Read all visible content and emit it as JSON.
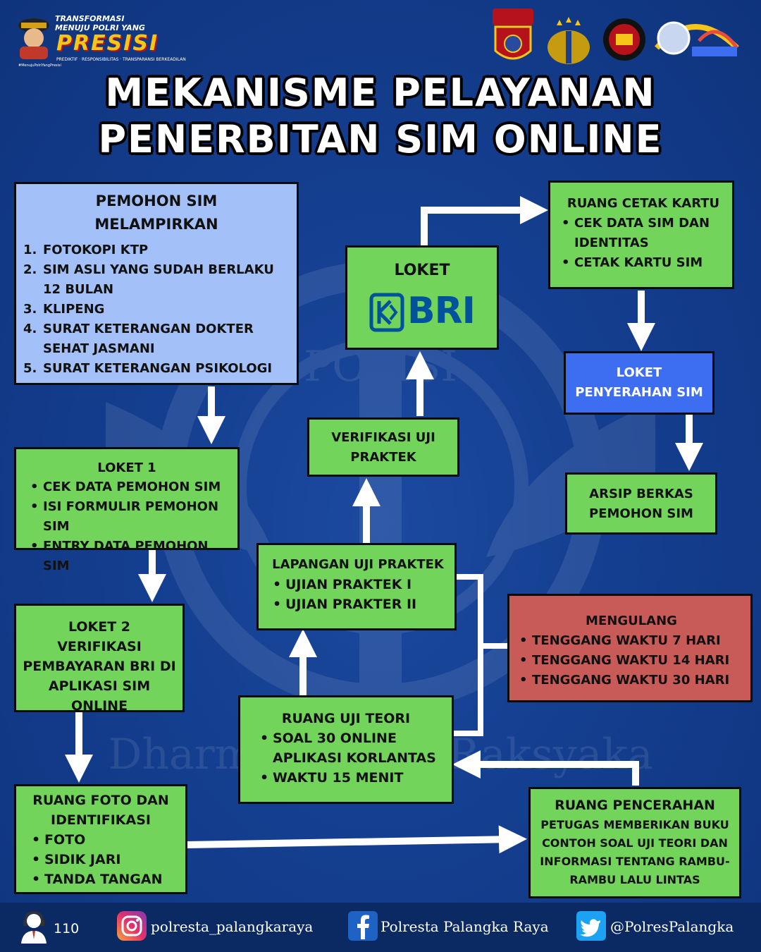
{
  "header": {
    "brand_line1": "TRANSFORMASI",
    "brand_line2": "MENUJU POLRI YANG",
    "brand_name": "PRESISI",
    "brand_tagline": "PREDIKTIF · RESPONSIBILITAS · TRANSPARANSI BERKEADILAN",
    "brand_hashtag": "#MenujuPolriYangPresisi",
    "logos": [
      "polresta-palangka-raya-badge",
      "polri-emblem",
      "objektif-dipercaya-partisipasi-badge",
      "satlantas-polresta-plk-raya-logo"
    ]
  },
  "title": {
    "line1": "MEKANISME PELAYANAN",
    "line2": "PENERBITAN SIM ONLINE"
  },
  "watermark_text": {
    "top": "POLISI",
    "bottom": "Dharma Marga Raksyaka"
  },
  "colors": {
    "background": "#143e8f",
    "green_box": "#72d45a",
    "requirements_box": "#a4c0f8",
    "handover_box": "#3d6df0",
    "repeat_box": "#c85a58",
    "bri_blue": "#00529c",
    "footer": "#0b2a63"
  },
  "boxes": {
    "pemohon": {
      "title1": "PEMOHON SIM",
      "title2": "MELAMPIRKAN",
      "items": [
        {
          "num": "1.",
          "text": "FOTOKOPI KTP"
        },
        {
          "num": "2.",
          "text": "SIM ASLI YANG SUDAH BERLAKU 12 BULAN"
        },
        {
          "num": "3.",
          "text": "KLIPENG"
        },
        {
          "num": "4.",
          "text": "SURAT KETERANGAN DOKTER SEHAT JASMANI"
        },
        {
          "num": "5.",
          "text": "SURAT KETERANGAN PSIKOLOGI"
        }
      ]
    },
    "loket1": {
      "title": "LOKET 1",
      "items": [
        "CEK DATA PEMOHON SIM",
        "ISI FORMULIR PEMOHON SIM",
        "ENTRY DATA PEMOHON SIM"
      ]
    },
    "loket2": {
      "lines": [
        "LOKET 2",
        "VERIFIKASI",
        "PEMBAYARAN BRI DI",
        "APLIKASI SIM ONLINE"
      ]
    },
    "foto": {
      "title1": "RUANG FOTO DAN",
      "title2": "IDENTIFIKASI",
      "items": [
        "FOTO",
        "SIDIK JARI",
        "TANDA TANGAN"
      ]
    },
    "pencerahan": {
      "title": "RUANG PENCERAHAN",
      "lines": [
        "PETUGAS MEMBERIKAN BUKU",
        "CONTOH SOAL UJI TEORI DAN",
        "INFORMASI TENTANG RAMBU-",
        "RAMBU LALU LINTAS"
      ]
    },
    "teori": {
      "title": "RUANG UJI TEORI",
      "items": [
        "SOAL 30 ONLINE APLIKASI KORLANTAS",
        "WAKTU 15 MENIT"
      ]
    },
    "praktek": {
      "title": "LAPANGAN UJI PRAKTEK",
      "items": [
        "UJIAN PRAKTEK I",
        "UJIAN PRAKTER II"
      ]
    },
    "mengulang": {
      "title": "MENGULANG",
      "items": [
        "TENGGANG WAKTU 7 HARI",
        "TENGGANG WAKTU 14 HARI",
        "TENGGANG WAKTU 30 HARI"
      ]
    },
    "verifikasi": {
      "lines": [
        "VERIFIKASI UJI",
        "PRAKTEK"
      ]
    },
    "loket_bri": {
      "title": "LOKET",
      "logo_text": "BRI"
    },
    "cetak": {
      "title": "RUANG CETAK KARTU",
      "items": [
        "CEK DATA SIM DAN IDENTITAS",
        "CETAK KARTU SIM"
      ]
    },
    "penyerahan": {
      "lines": [
        "LOKET",
        "PENYERAHAN SIM"
      ]
    },
    "arsip": {
      "lines": [
        "ARSIP BERKAS",
        "PEMOHON SIM"
      ]
    }
  },
  "footer": {
    "hotline": "110",
    "instagram": "polresta_palangkaraya",
    "facebook": "Polresta Palangka Raya",
    "twitter": "@PolresPalangka"
  }
}
